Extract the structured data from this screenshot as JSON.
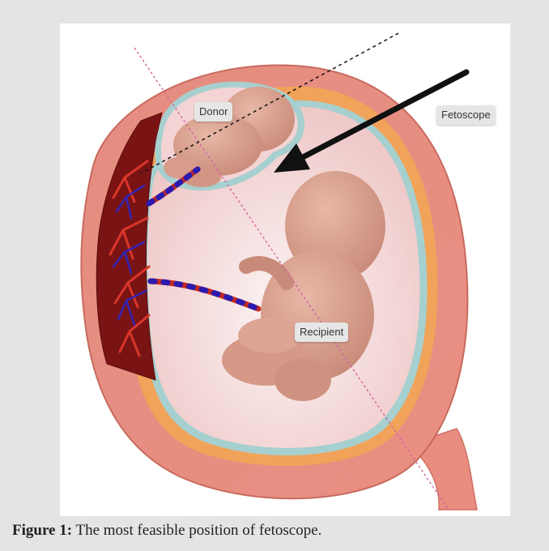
{
  "labels": {
    "donor": "Donor",
    "fetoscope": "Fetoscope",
    "recipient": "Recipient"
  },
  "caption": {
    "prefix": "Figure 1:",
    "text": "The most feasible position of fetoscope."
  },
  "colors": {
    "frame": "#e4e4e4",
    "uterine_wall": "#e58b7e",
    "amniotic_fluid": "#f4d4d4",
    "membrane": "#9fc6c7",
    "placenta": "#7a1414",
    "vessel_red": "#c62a1e",
    "vessel_blue": "#2d1bb0",
    "fetus_skin": "#dba292",
    "fetoscope_arrow": "#111111",
    "guide_line": "#d25ea2"
  }
}
